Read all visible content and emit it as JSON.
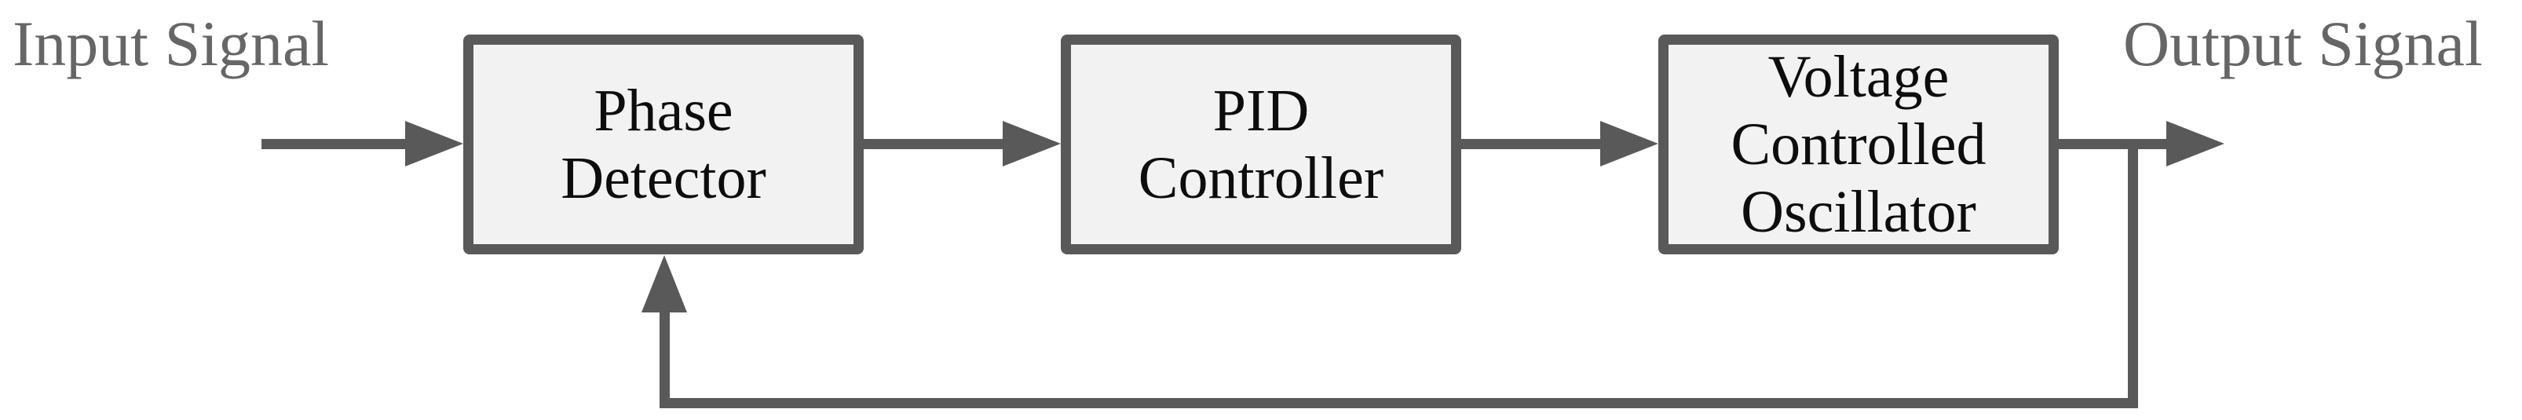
{
  "labels": {
    "input": "Input Signal",
    "output": "Output Signal"
  },
  "nodes": [
    {
      "id": "phase-detector",
      "lines": [
        "Phase",
        "Detector"
      ]
    },
    {
      "id": "pid-controller",
      "lines": [
        "PID",
        "Controller"
      ]
    },
    {
      "id": "voltage-controlled-oscillator",
      "lines": [
        "Voltage",
        "Controlled",
        "Oscillator"
      ]
    }
  ],
  "connections": [
    {
      "from": "input-signal",
      "to": "phase-detector",
      "type": "arrow"
    },
    {
      "from": "phase-detector",
      "to": "pid-controller",
      "type": "arrow"
    },
    {
      "from": "pid-controller",
      "to": "voltage-controlled-oscillator",
      "type": "arrow"
    },
    {
      "from": "voltage-controlled-oscillator",
      "to": "output-signal",
      "type": "arrow"
    },
    {
      "from": "output-signal",
      "to": "phase-detector",
      "type": "feedback-arrow"
    }
  ],
  "colors": {
    "line": "#595959",
    "box_fill": "#f2f2f2",
    "box_border": "#595959",
    "box_text": "#0d0d0d",
    "label_text": "#666666",
    "background": "#ffffff"
  }
}
